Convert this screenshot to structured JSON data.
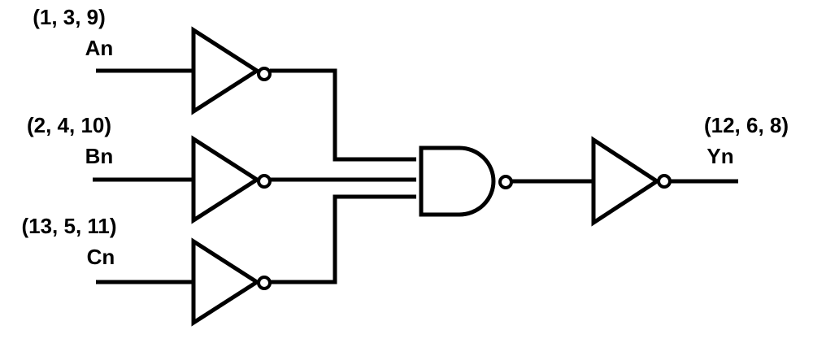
{
  "inputs": [
    {
      "pins": "(1, 3, 9)",
      "name": "An"
    },
    {
      "pins": "(2, 4, 10)",
      "name": "Bn"
    },
    {
      "pins": "(13, 5, 11)",
      "name": "Cn"
    }
  ],
  "output": {
    "pins": "(12, 6, 8)",
    "name": "Yn"
  },
  "colors": {
    "line": "#000000",
    "background": "#ffffff"
  }
}
